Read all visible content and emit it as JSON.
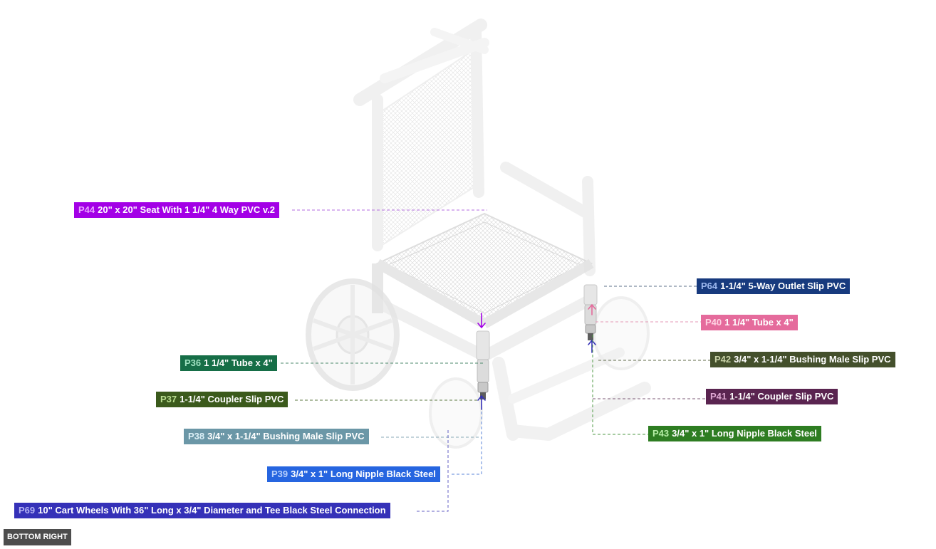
{
  "view_label": "BOTTOM RIGHT",
  "callouts": [
    {
      "code": "P44",
      "name": "20\" x 20\" Seat With 1 1/4\" 4 Way PVC v.2",
      "bg": "#a300e6",
      "code_color": "#e9a6ff"
    },
    {
      "code": "P64",
      "name": "1-1/4\" 5-Way Outlet Slip PVC",
      "bg": "#173a7e",
      "code_color": "#9db8ee"
    },
    {
      "code": "P40",
      "name": "1 1/4\" Tube x 4\"",
      "bg": "#e56b9c",
      "code_color": "#ffd3e3"
    },
    {
      "code": "P42",
      "name": "3/4\" x 1-1/4\" Bushing Male Slip PVC",
      "bg": "#44502c",
      "code_color": "#c9d3a8"
    },
    {
      "code": "P36",
      "name": "1 1/4\" Tube x 4\"",
      "bg": "#166e47",
      "code_color": "#9fe0bf"
    },
    {
      "code": "P41",
      "name": "1-1/4\" Coupler Slip PVC",
      "bg": "#5a2450",
      "code_color": "#e0a9d3"
    },
    {
      "code": "P37",
      "name": "1-1/4\" Coupler Slip PVC",
      "bg": "#3b5a1c",
      "code_color": "#b9dd8f"
    },
    {
      "code": "P43",
      "name": "3/4\" x 1\" Long Nipple Black Steel",
      "bg": "#2e7d22",
      "code_color": "#b6eea6"
    },
    {
      "code": "P38",
      "name": "3/4\" x 1-1/4\" Bushing Male Slip PVC",
      "bg": "#6b97a7",
      "code_color": "#dcf0f7"
    },
    {
      "code": "P39",
      "name": "3/4\" x 1\" Long Nipple Black Steel",
      "bg": "#2665e0",
      "code_color": "#b8cffb"
    },
    {
      "code": "P69",
      "name": "10\" Cart Wheels With 36\" Long x 3/4\" Diameter and Tee Black Steel Connection",
      "bg": "#3531b8",
      "code_color": "#b4b2f3"
    }
  ]
}
